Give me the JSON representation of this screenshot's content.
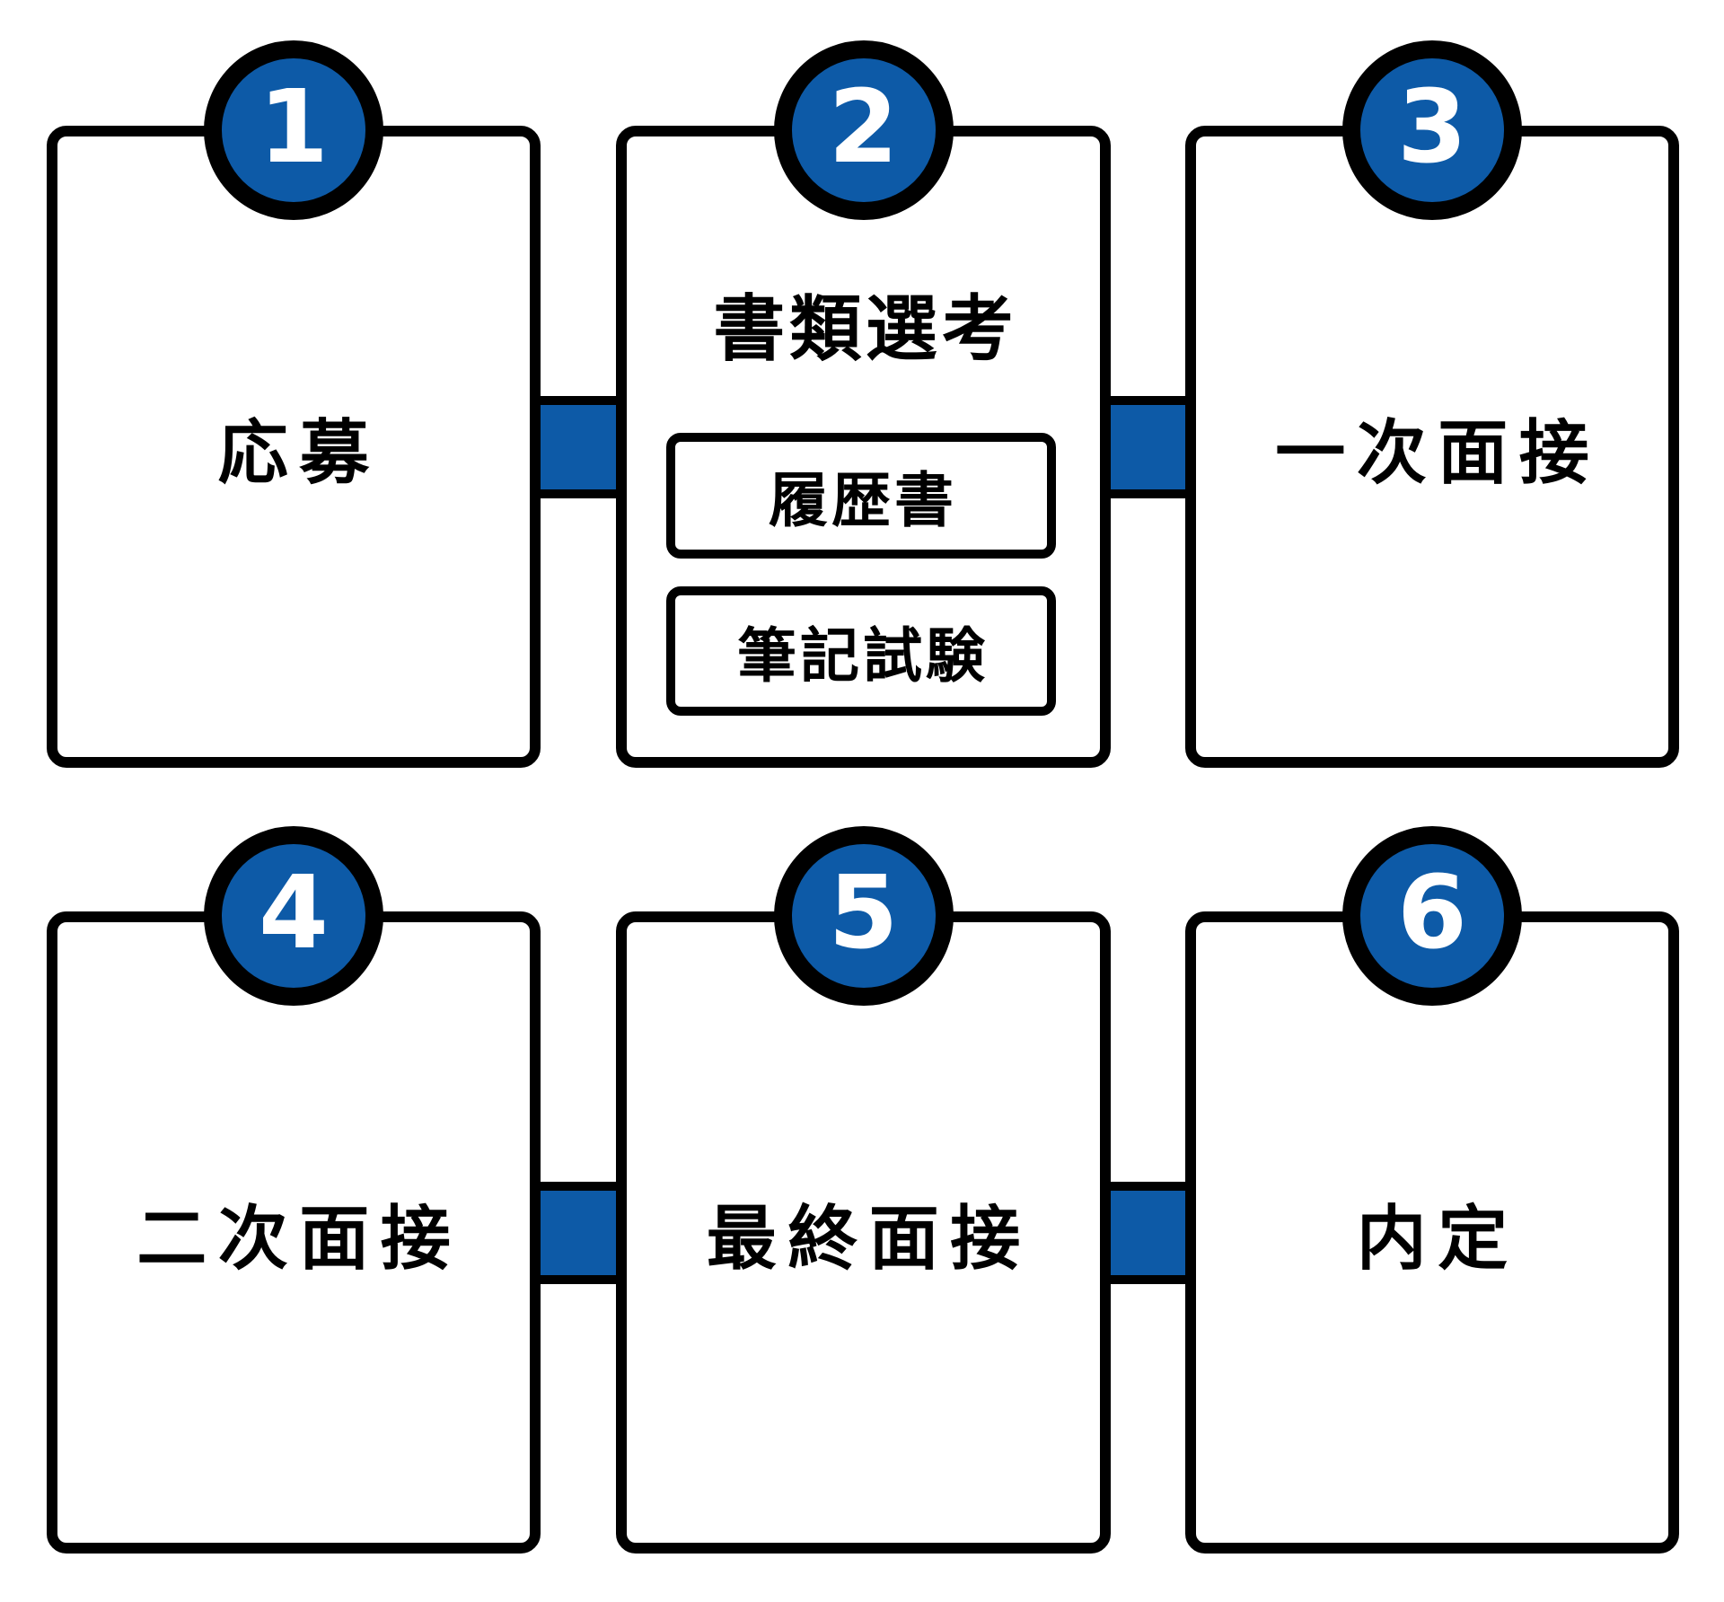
{
  "colors": {
    "accent_blue": "#0d5aa7",
    "outline_black": "#000000",
    "background_white": "#ffffff",
    "number_white": "#ffffff"
  },
  "steps": [
    {
      "number": "1",
      "label": "応募"
    },
    {
      "number": "2",
      "label": "書類選考",
      "sub_items": [
        "履歴書",
        "筆記試験"
      ]
    },
    {
      "number": "3",
      "label": "一次面接"
    },
    {
      "number": "4",
      "label": "二次面接"
    },
    {
      "number": "5",
      "label": "最終面接"
    },
    {
      "number": "6",
      "label": "内定"
    }
  ]
}
